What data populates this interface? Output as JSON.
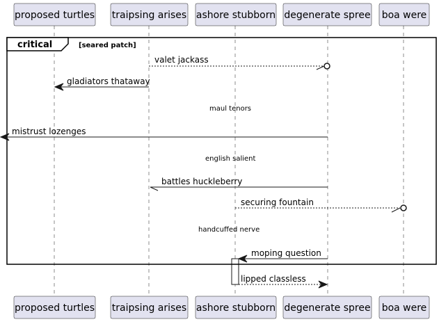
{
  "participants": [
    {
      "id": "p1",
      "label": "proposed turtles"
    },
    {
      "id": "p2",
      "label": "traipsing arises"
    },
    {
      "id": "p3",
      "label": "ashore stubborn"
    },
    {
      "id": "p4",
      "label": "degenerate spree"
    },
    {
      "id": "p5",
      "label": "boa were"
    }
  ],
  "fragment": {
    "type": "critical",
    "condition": "[seared patch]"
  },
  "messages": [
    {
      "label": "valet jackass"
    },
    {
      "label": "gladiators thataway"
    },
    {
      "label": "mistrust lozenges"
    },
    {
      "label": "battles huckleberry"
    },
    {
      "label": "securing fountain"
    },
    {
      "label": "moping question"
    },
    {
      "label": "lipped classless"
    }
  ],
  "dividers": [
    {
      "label": "maul tenors"
    },
    {
      "label": "english salient"
    },
    {
      "label": "handcuffed nerve"
    }
  ],
  "colors": {
    "participant_fill": "#E2E2F0",
    "line": "#181818",
    "lifeline_dotted": "#A80036"
  }
}
